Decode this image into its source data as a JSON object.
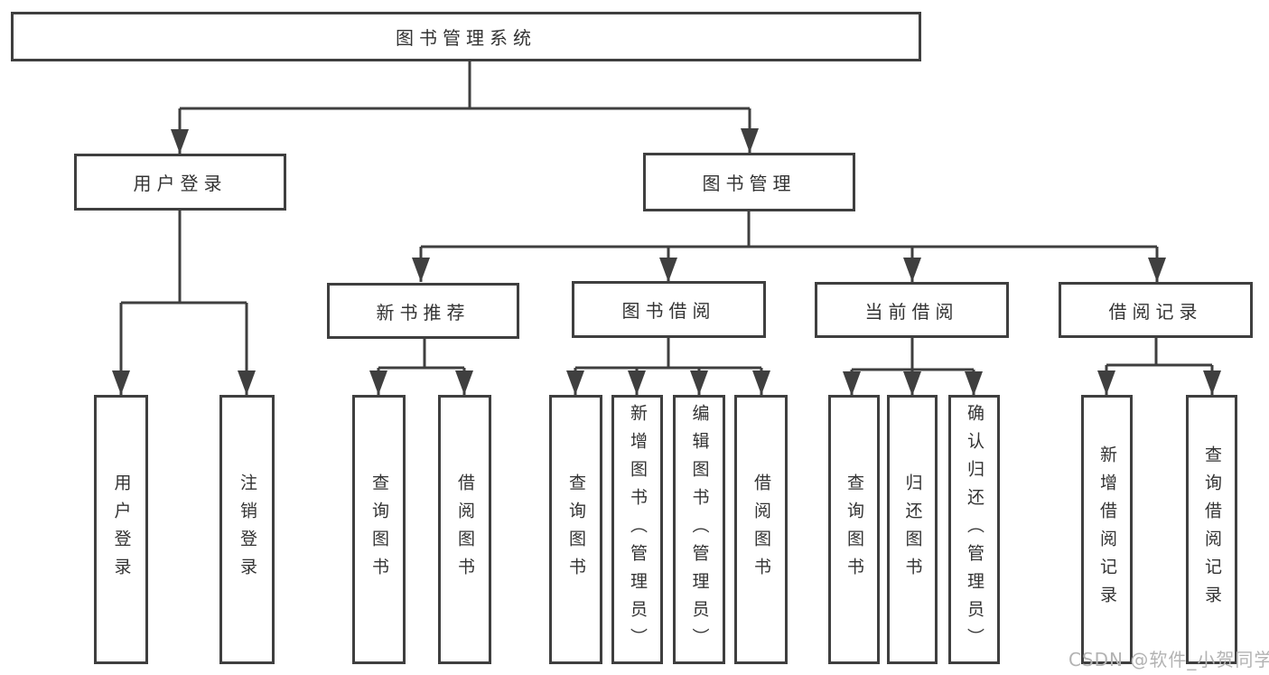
{
  "diagram": {
    "title": "图书管理系统",
    "root": {
      "label": "图书管理系统"
    },
    "level2": [
      {
        "label": "用户登录"
      },
      {
        "label": "图书管理"
      }
    ],
    "level3": [
      {
        "label": "新书推荐",
        "parent": "图书管理"
      },
      {
        "label": "图书借阅",
        "parent": "图书管理"
      },
      {
        "label": "当前借阅",
        "parent": "图书管理"
      },
      {
        "label": "借阅记录",
        "parent": "图书管理"
      }
    ],
    "leaves": [
      {
        "label": "用户登录",
        "parent": "用户登录"
      },
      {
        "label": "注销登录",
        "parent": "用户登录"
      },
      {
        "label": "查询图书",
        "parent": "新书推荐"
      },
      {
        "label": "借阅图书",
        "parent": "新书推荐"
      },
      {
        "label": "查询图书",
        "parent": "图书借阅"
      },
      {
        "label": "新增图书（管理员）",
        "parent": "图书借阅"
      },
      {
        "label": "编辑图书（管理员）",
        "parent": "图书借阅"
      },
      {
        "label": "借阅图书",
        "parent": "图书借阅"
      },
      {
        "label": "查询图书",
        "parent": "当前借阅"
      },
      {
        "label": "归还图书",
        "parent": "当前借阅"
      },
      {
        "label": "确认归还（管理员）",
        "parent": "当前借阅"
      },
      {
        "label": "新增借阅记录",
        "parent": "借阅记录"
      },
      {
        "label": "查询借阅记录",
        "parent": "借阅记录"
      }
    ],
    "colors": {
      "line": "#3f3f3f",
      "text": "#333333",
      "box_background": "#ffffff"
    }
  },
  "watermark": {
    "text": "CSDN @软件_小贺同学",
    "color": "#b3b3b3"
  }
}
